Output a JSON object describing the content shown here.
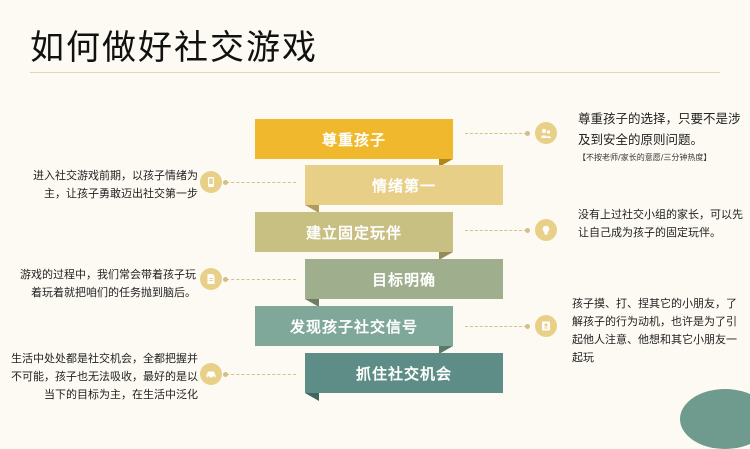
{
  "title": "如何做好社交游戏",
  "steps": [
    {
      "label": "尊重孩子"
    },
    {
      "label": "情绪第一"
    },
    {
      "label": "建立固定玩伴"
    },
    {
      "label": "目标明确"
    },
    {
      "label": "发现孩子社交信号"
    },
    {
      "label": "抓住社交机会"
    }
  ],
  "notes": {
    "respect": "尊重孩子的选择，只要不是涉及到安全的原则问题。",
    "respect_sub": "【不按老师/家长的意愿/三分钟热度】",
    "emotion": "进入社交游戏前期，以孩子情绪为主，让孩子勇敢迈出社交第一步",
    "playmate": "没有上过社交小组的家长，可以先让自己成为孩子的固定玩伴。",
    "goal": "游戏的过程中，我们常会带着孩子玩着玩着就把咱们的任务抛到脑后。",
    "signal": "孩子摸、打、捏其它的小朋友，了解孩子的行为动机，也许是为了引起他人注意、他想和其它小朋友一起玩",
    "opportunity": "生活中处处都是社交机会，全都把握并不可能，孩子也无法吸收，最好的是以当下的目标为主，在生活中泛化"
  },
  "icons": [
    "people-icon",
    "phone-icon",
    "lightbulb-icon",
    "document-icon",
    "badge-icon",
    "car-icon"
  ],
  "colors": {
    "accent": "#f0b92d",
    "icon_bg": "#e8d089",
    "steps": [
      "#f0b92d",
      "#e8cf88",
      "#c8bf83",
      "#9fae8c",
      "#7fa79a",
      "#5e8d87"
    ]
  }
}
